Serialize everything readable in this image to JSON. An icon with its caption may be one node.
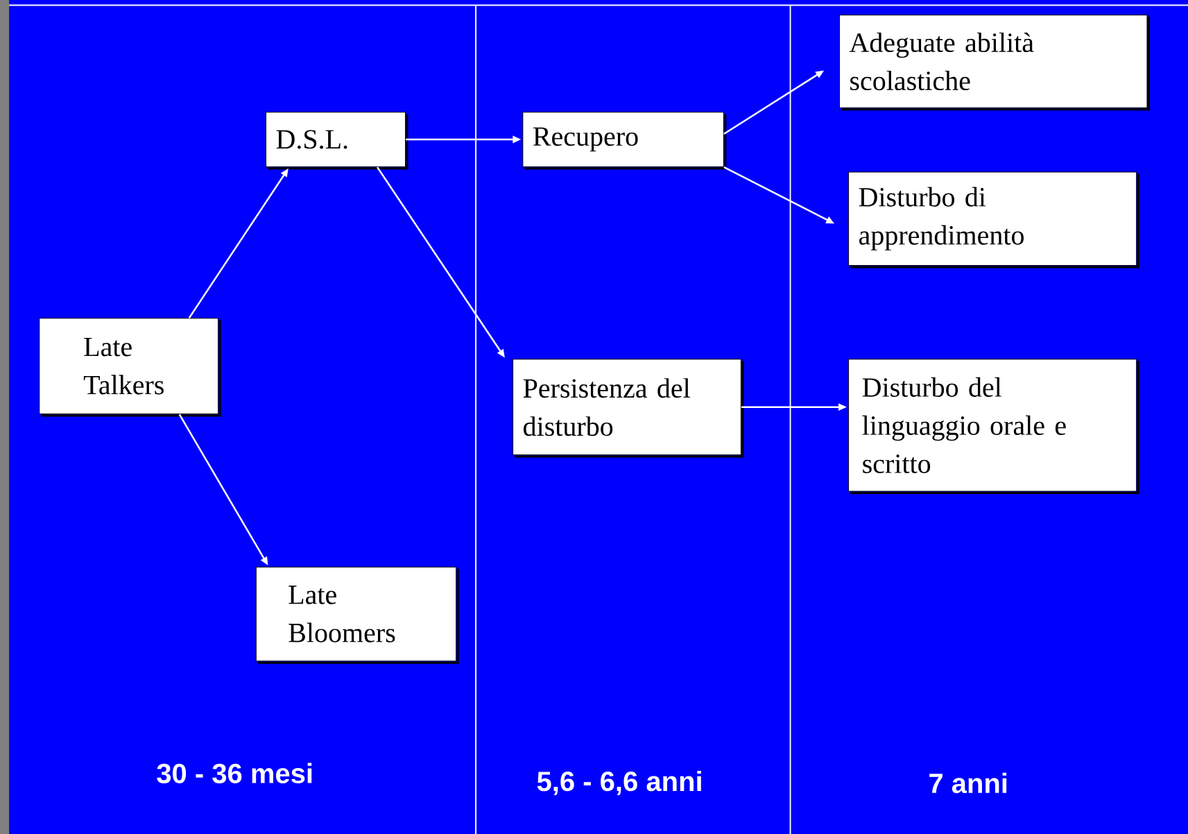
{
  "diagram": {
    "nodes": [
      {
        "text": [
          "Late Talkers"
        ]
      },
      {
        "text": [
          "D.S.L."
        ]
      },
      {
        "text": [
          "Late Bloomers"
        ]
      },
      {
        "text": [
          "Recupero"
        ]
      },
      {
        "text": [
          "Persistenza del disturbo"
        ]
      },
      {
        "text": [
          "Adeguate abilità scolastiche"
        ]
      },
      {
        "text": [
          "Disturbo di apprendimento"
        ]
      },
      {
        "text": [
          "Disturbo del linguaggio orale e scritto"
        ]
      }
    ],
    "edges": [
      {
        "from": 0,
        "to": 1,
        "arrow": "to"
      },
      {
        "from": 0,
        "to": 2,
        "arrow": "to"
      },
      {
        "from": 1,
        "to": 3,
        "arrow": "to"
      },
      {
        "from": 1,
        "to": 4,
        "arrow": "to"
      },
      {
        "from": 3,
        "to": 5,
        "arrow": "to"
      },
      {
        "from": 3,
        "to": 6,
        "arrow": "to"
      },
      {
        "from": 4,
        "to": 7,
        "arrow": "to"
      }
    ],
    "labels": [
      "30 - 36 mesi",
      "5,6 - 6,6 anni",
      "7 anni"
    ]
  }
}
